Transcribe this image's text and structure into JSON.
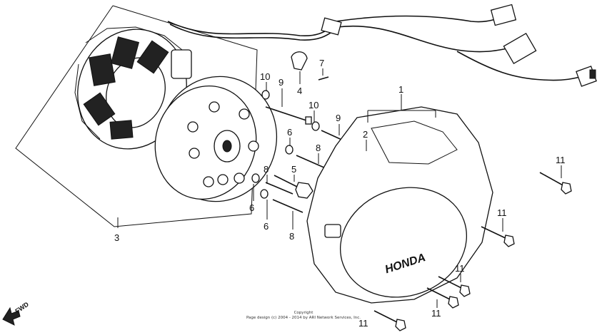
{
  "diagram": {
    "callouts": [
      {
        "id": "c1",
        "text": "1"
      },
      {
        "id": "c2",
        "text": "2"
      },
      {
        "id": "c3",
        "text": "3"
      },
      {
        "id": "c4",
        "text": "4"
      },
      {
        "id": "c5",
        "text": "5"
      },
      {
        "id": "c6a",
        "text": "6"
      },
      {
        "id": "c6b",
        "text": "6"
      },
      {
        "id": "c6c",
        "text": "6"
      },
      {
        "id": "c7",
        "text": "7"
      },
      {
        "id": "c8a",
        "text": "8"
      },
      {
        "id": "c8b",
        "text": "8"
      },
      {
        "id": "c8c",
        "text": "8"
      },
      {
        "id": "c9a",
        "text": "9"
      },
      {
        "id": "c9b",
        "text": "9"
      },
      {
        "id": "c10a",
        "text": "10"
      },
      {
        "id": "c10b",
        "text": "10"
      },
      {
        "id": "c11a",
        "text": "11"
      },
      {
        "id": "c11b",
        "text": "11"
      },
      {
        "id": "c11c",
        "text": "11"
      },
      {
        "id": "c11d",
        "text": "11"
      },
      {
        "id": "c11e",
        "text": "11"
      }
    ],
    "cover_logo": "HONDA",
    "fwd_label": "FWD",
    "copyright_line1": "Copyright",
    "copyright_line2": "Page design (c) 2004 - 2014 by ARI Network Services, Inc."
  }
}
